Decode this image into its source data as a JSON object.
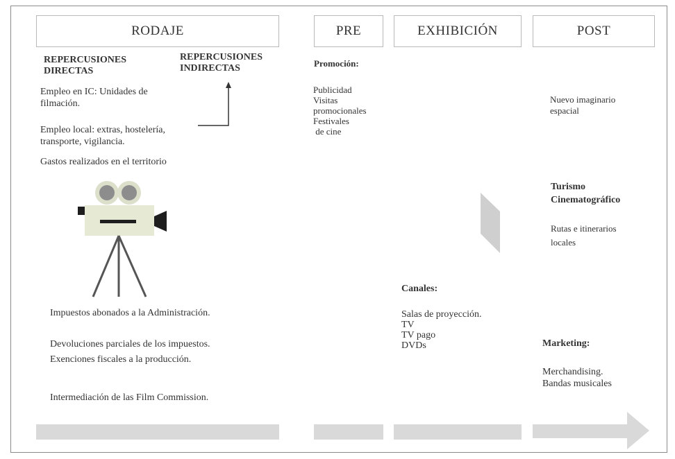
{
  "headers": {
    "rodaje": "RODAJE",
    "pre": "PRE",
    "exhibicion": "EXHIBICIÓN",
    "post": "POST"
  },
  "rodaje": {
    "directas_1": "REPERCUSIONES",
    "directas_2": "DIRECTAS",
    "indirectas_1": "REPERCUSIONES",
    "indirectas_2": "INDIRECTAS",
    "empleo_ic_1": "Empleo en IC: Unidades de",
    "empleo_ic_2": "filmación.",
    "empleo_local_1": "Empleo local: extras, hostelería,",
    "empleo_local_2": "transporte, vigilancia.",
    "gastos": "Gastos realizados en el territorio",
    "impuestos": "Impuestos abonados a la Administración.",
    "devoluciones": "Devoluciones parciales de los impuestos.",
    "exenciones": "Exenciones fiscales a la producción.",
    "intermediacion": "Intermediación de las Film Commission."
  },
  "pre": {
    "promocion": "Promoción:",
    "items": [
      "Publicidad",
      "Visitas",
      "promocionales",
      "Festivales",
      " de cine"
    ]
  },
  "exhibicion": {
    "canales": "Canales:",
    "items": [
      "Salas de proyección.",
      "TV",
      "TV pago",
      "DVDs"
    ]
  },
  "post": {
    "imaginario_1": "Nuevo imaginario",
    "imaginario_2": "espacial",
    "turismo_1": "Turismo",
    "turismo_2": "Cinematográfico",
    "rutas_1": "Rutas e itinerarios",
    "rutas_2": "locales",
    "marketing": "Marketing:",
    "marketing_items": [
      "Merchandising.",
      "Bandas musicales"
    ]
  },
  "colors": {
    "bar": "#d9d9d9",
    "header_border": "#b9b9b9",
    "camera_body": "#e6ead5",
    "camera_dark": "#1e1e1e",
    "reel": "#8d8d8d",
    "reel_rim": "#dcdfca"
  },
  "icons": {
    "camera": "film-camera-icon",
    "arrow_up": "arrow-up-icon",
    "wedge": "wedge-shape-icon",
    "timeline_arrow": "arrow-right-icon"
  }
}
